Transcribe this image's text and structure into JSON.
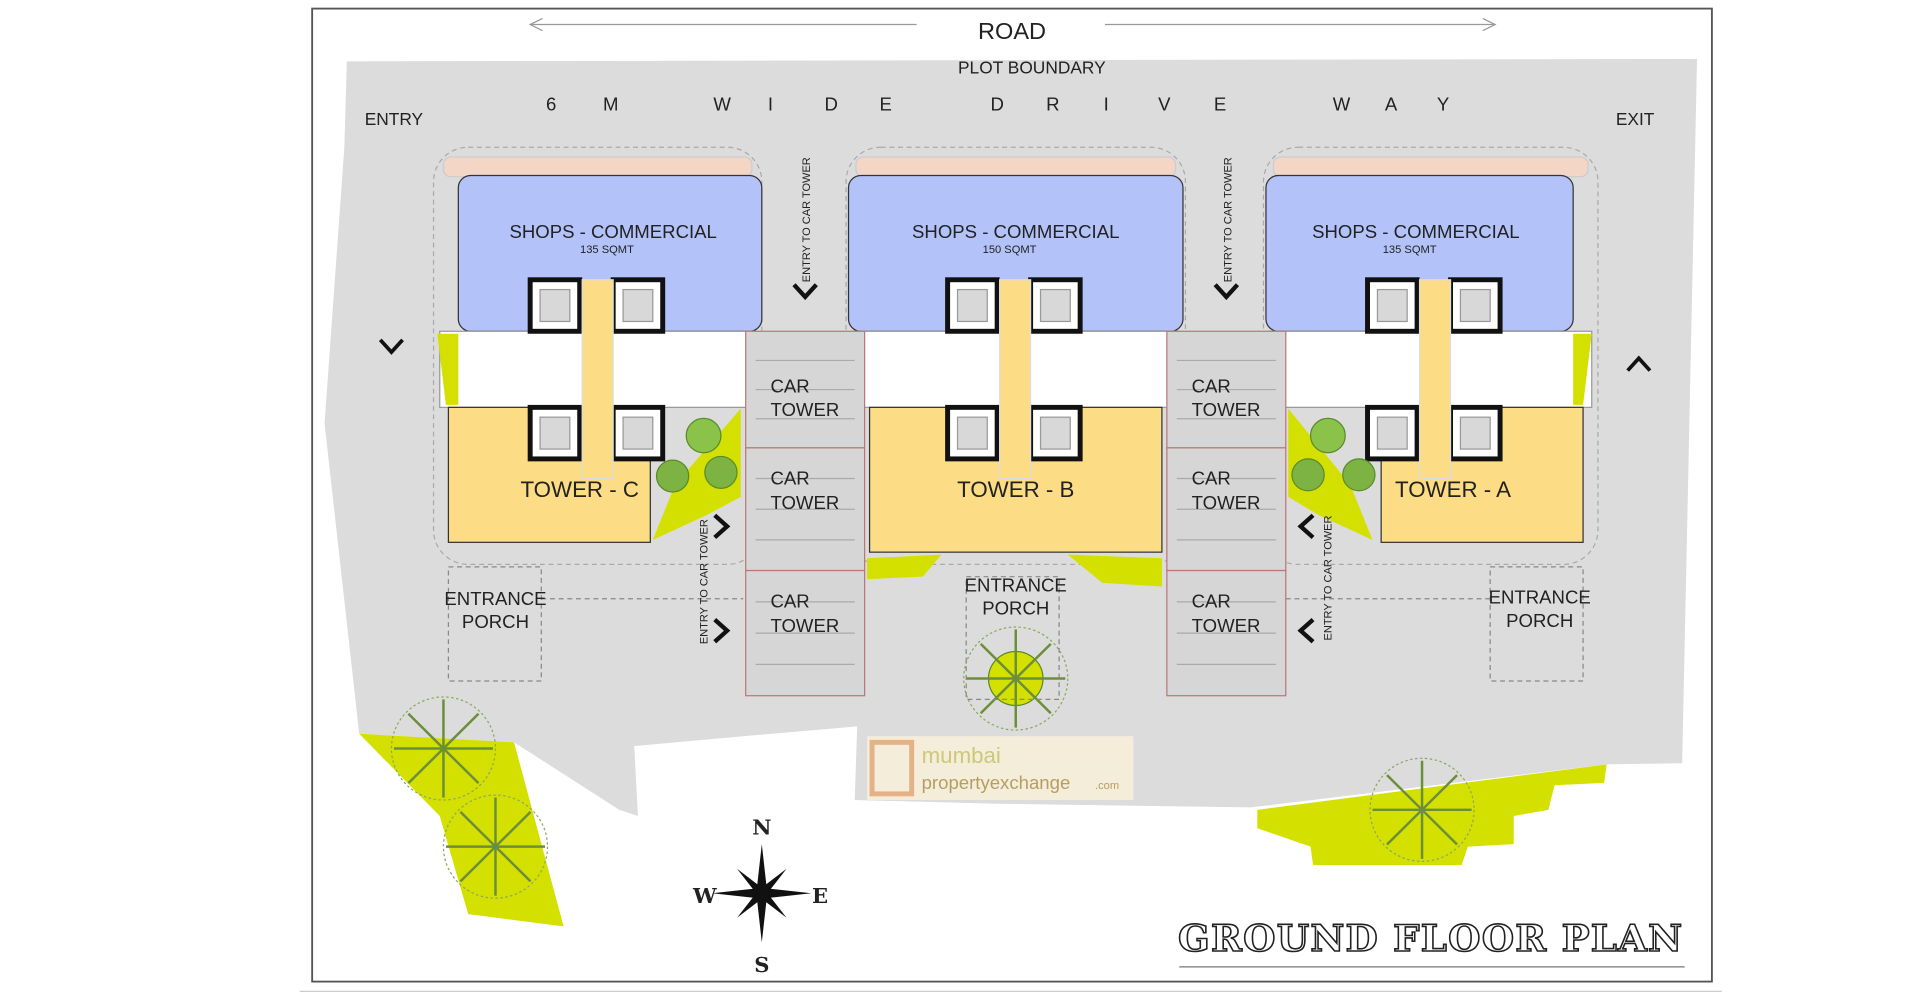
{
  "road_label": "ROAD",
  "plot_boundary_label": "PLOT BOUNDARY",
  "driveway_label": [
    "6",
    "M",
    "W",
    "I",
    "D",
    "E",
    "D",
    "R",
    "I",
    "V",
    "E",
    "W",
    "A",
    "Y"
  ],
  "entry_label": "ENTRY",
  "exit_label": "EXIT",
  "shops": [
    {
      "label": "SHOPS - COMMERCIAL",
      "area": "135 SQMT"
    },
    {
      "label": "SHOPS - COMMERCIAL",
      "area": "150 SQMT"
    },
    {
      "label": "SHOPS - COMMERCIAL",
      "area": "135 SQMT"
    }
  ],
  "towers": [
    "TOWER - C",
    "TOWER - B",
    "TOWER - A"
  ],
  "car_tower": [
    "CAR",
    "TOWER"
  ],
  "entry_to_car_tower": "ENTRY TO CAR TOWER",
  "entrance_porch": [
    "ENTRANCE",
    "PORCH"
  ],
  "compass": {
    "n": "N",
    "s": "S",
    "e": "E",
    "w": "W"
  },
  "plan_title": "GROUND FLOOR PLAN",
  "watermark": {
    "line1": "mumbai",
    "line2": "propertyexchange",
    "suffix": ".com"
  },
  "colors": {
    "shops": "#b3c3f9",
    "tower": "#fcdc84",
    "landscape": "#d4e000",
    "ground": "#dcdcdc",
    "car": "#d6d6d6"
  }
}
